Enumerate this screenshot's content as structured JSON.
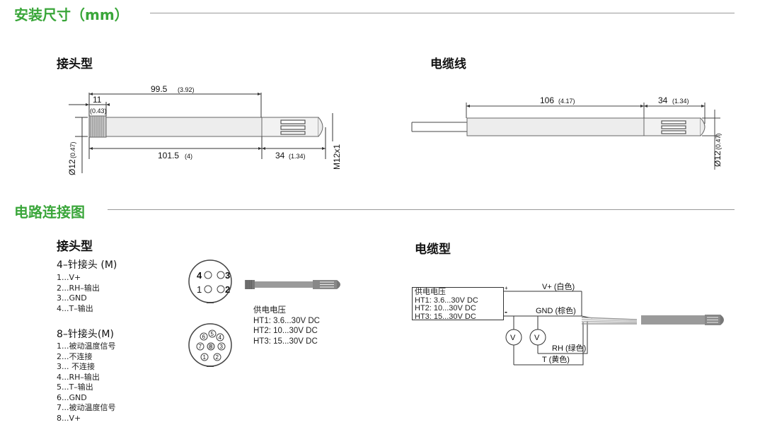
{
  "sections": {
    "install": "安装尺寸（mm）",
    "wiring": "电路连接图"
  },
  "install": {
    "plug_title": "接头型",
    "cable_title": "电缆线",
    "plug_dims": {
      "d11": "11",
      "d11_in": "(0.43)",
      "d995": "99.5",
      "d995_in": "(3.92)",
      "d1015": "101.5",
      "d1015_in": "(4)",
      "d34": "34",
      "d34_in": "(1.34)",
      "dia": "Ø12",
      "dia_in": "(0.47)",
      "thread": "M12x1"
    },
    "cable_dims": {
      "d106": "106",
      "d106_in": "(4.17)",
      "d34": "34",
      "d34_in": "(1.34)",
      "dia": "Ø12",
      "dia_in": "(0.47)"
    }
  },
  "wiring": {
    "plug_title": "接头型",
    "cable_title": "电缆型",
    "pin4_header": "4–针接头 (M)",
    "pin4_items": [
      "1...V+",
      "2...RH–输出",
      "3...GND",
      "4...T–输出"
    ],
    "pin8_header": "8–针接头(M)",
    "pin8_items": [
      "1...被动温度信号",
      "2...不连接",
      "3... 不连接",
      "4...RH–输出",
      "5...T–输出",
      "6...GND",
      "7...被动温度信号",
      "8...V+"
    ],
    "connector4_labels": [
      "4",
      "3",
      "1",
      "2"
    ],
    "connector8_labels": [
      "6",
      "5",
      "4",
      "7",
      "8",
      "3",
      "1",
      "2"
    ],
    "supply": {
      "title": "供电电压",
      "lines": [
        "HT1:  3.6...30V DC",
        "HT2:  10...30V DC",
        "HT3:  15...30V DC"
      ]
    },
    "supply_box": {
      "title": "供电电压",
      "lines": [
        "HT1: 3.6...30V DC",
        "HT2: 10...30V DC",
        "HT3: 15...30V DC"
      ]
    },
    "wires": {
      "vplus": "V+ (白色)",
      "gnd": "GND (棕色)",
      "rh": "RH (绿色)",
      "t": "T (黄色)",
      "plus": "+",
      "minus": "-",
      "meter": "V"
    }
  }
}
